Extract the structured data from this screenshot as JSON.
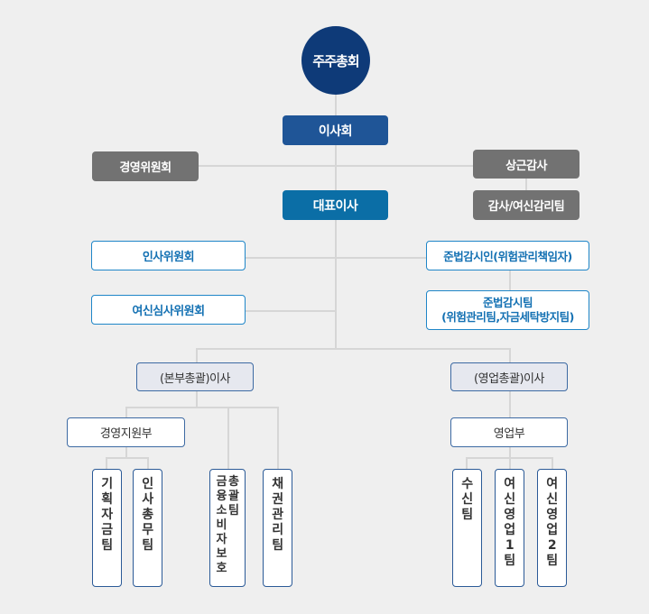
{
  "top": {
    "shareholders": "주주총회",
    "board": "이사회",
    "ceo": "대표이사"
  },
  "board_side": {
    "left": "경영위원회",
    "right": "상근감사",
    "right_sub": "감사/여신감리팀"
  },
  "ceo_side": {
    "left": [
      "인사위원회",
      "여신심사위원회"
    ],
    "right": {
      "compliance_officer": "준법감시인(위험관리책임자)",
      "compliance_team_line1": "준법감시팀",
      "compliance_team_line2": "(위험관리팀,자금세탁방지팀)"
    }
  },
  "executives": {
    "hq": "(본부총괄)이사",
    "sales": "(영업총괄)이사"
  },
  "departments": {
    "management_support": "경영지원부",
    "sales": "영업부"
  },
  "teams": {
    "planning_finance": "기획자금팀",
    "hr_general": "인사총무팀",
    "consumer_protection_main": "금융소비자보호",
    "consumer_protection_suffix": "총괄팀",
    "bond_management": "채권관리팀",
    "deposit": "수신팀",
    "loan_sales_1": "여신영업1팀",
    "loan_sales_2": "여신영업2팀"
  },
  "colors": {
    "background": "#efefef",
    "shareholders": "#0e3a78",
    "board": "#1f5597",
    "ceo": "#0b6ea6",
    "gray_box": "#727272",
    "outline_blue": "#1f86c8",
    "exec_fill": "#e6e8ef",
    "dept_border": "#3d6aa3",
    "line": "#d6d6d6"
  }
}
